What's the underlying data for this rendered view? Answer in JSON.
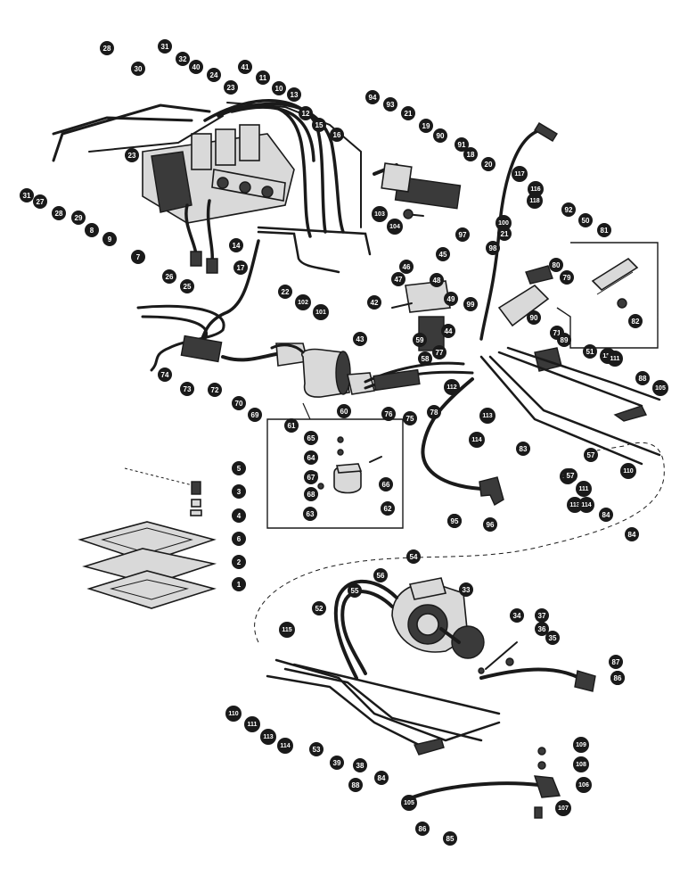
{
  "figure": {
    "callout_labels": [
      "1",
      "2",
      "3",
      "4",
      "5",
      "6",
      "7",
      "8",
      "9",
      "10",
      "11",
      "12",
      "13",
      "14",
      "15",
      "16",
      "17",
      "18",
      "19",
      "20",
      "21",
      "22",
      "23",
      "24",
      "25",
      "26",
      "27",
      "28",
      "29",
      "30",
      "31",
      "32",
      "33",
      "34",
      "35",
      "36",
      "37",
      "38",
      "39",
      "40",
      "41",
      "42",
      "43",
      "44",
      "45",
      "46",
      "47",
      "48",
      "49",
      "50",
      "51",
      "52",
      "53",
      "54",
      "55",
      "56",
      "57",
      "58",
      "59",
      "60",
      "61",
      "62",
      "63",
      "64",
      "65",
      "66",
      "67",
      "68",
      "69",
      "70",
      "71",
      "72",
      "73",
      "74",
      "75",
      "76",
      "77",
      "78",
      "79",
      "80",
      "81",
      "82",
      "83",
      "84",
      "85",
      "86",
      "87",
      "88",
      "89",
      "90",
      "91",
      "92",
      "93",
      "94",
      "95",
      "96",
      "97",
      "98",
      "99",
      "100",
      "101",
      "102",
      "103",
      "104",
      "105",
      "106",
      "107",
      "108",
      "109",
      "110",
      "111",
      "112",
      "113",
      "114",
      "115",
      "116",
      "117",
      "118"
    ]
  }
}
